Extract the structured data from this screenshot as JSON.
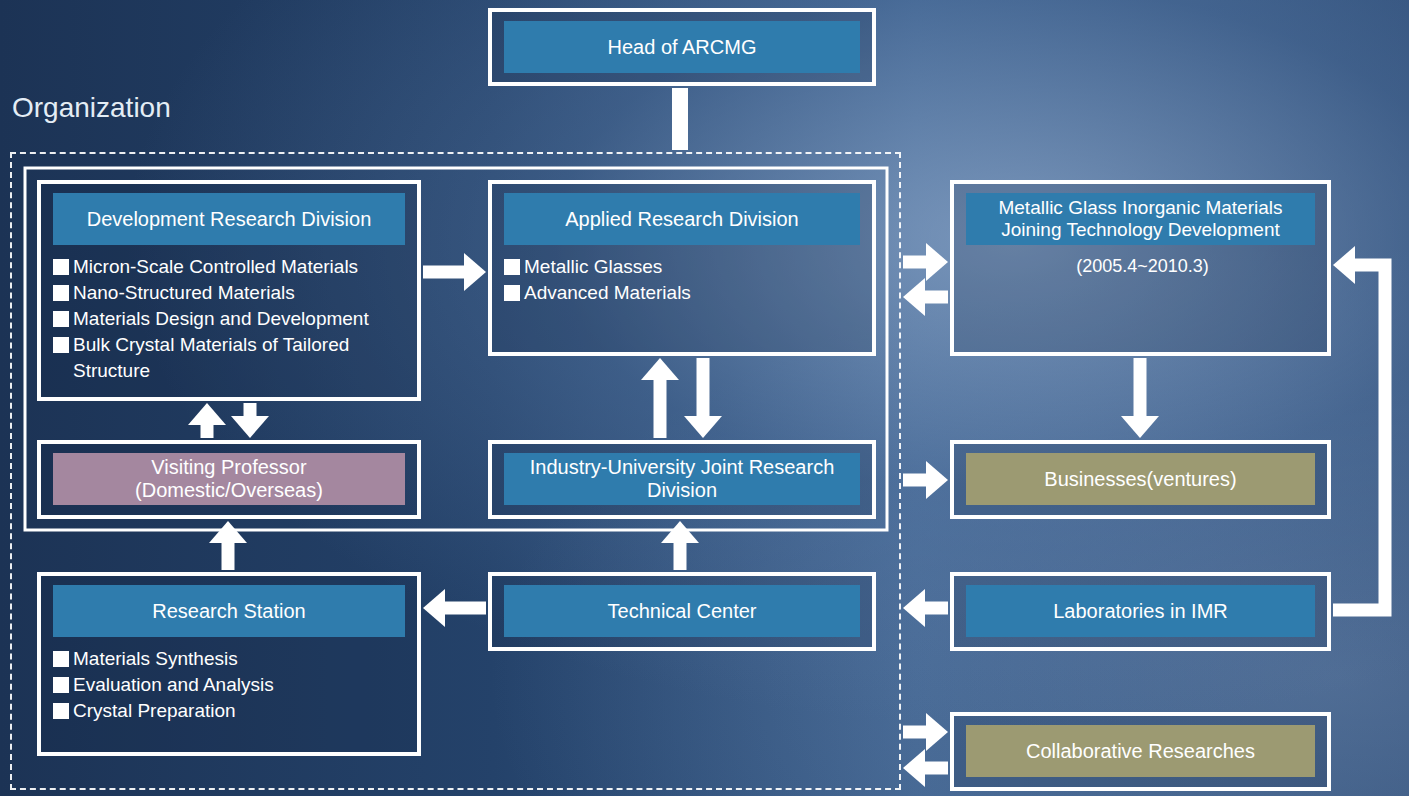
{
  "diagram": {
    "nodes": [
      {
        "text": [
          "Head of ARCMG"
        ]
      },
      {
        "text": [
          "Organization"
        ]
      },
      {
        "text": [
          "Development Research Division",
          "Micron-Scale Controlled Materials",
          "Nano-Structured Materials",
          "Materials Design and Development",
          "Bulk Crystal Materials of Tailored Structure"
        ],
        "in": 1
      },
      {
        "text": [
          "Applied Research Division",
          "Metallic Glasses",
          "Advanced Materials"
        ],
        "in": 1
      },
      {
        "text": [
          "Metallic Glass Inorganic Materials Joining Technology Development",
          "(2005.4~2010.3)"
        ]
      },
      {
        "text": [
          "Visiting Professor (Domestic/Overseas)"
        ],
        "in": 1
      },
      {
        "text": [
          "Industry-University Joint Research Division"
        ],
        "in": 1
      },
      {
        "text": [
          "Businesses(ventures)"
        ]
      },
      {
        "text": [
          "Research Station",
          "Materials Synthesis",
          "Evaluation and Analysis",
          "Crystal Preparation"
        ],
        "in": 1
      },
      {
        "text": [
          "Technical Center"
        ],
        "in": 1
      },
      {
        "text": [
          "Laboratories in IMR"
        ]
      },
      {
        "text": [
          "Collaborative Researches"
        ]
      }
    ],
    "edges": [
      {
        "from": 0,
        "to": 1,
        "arrow": "none"
      },
      {
        "from": 2,
        "to": 3,
        "arrow": "to"
      },
      {
        "from": 5,
        "to": 2,
        "arrow": "to"
      },
      {
        "from": 2,
        "to": 5,
        "arrow": "to"
      },
      {
        "from": 6,
        "to": 3,
        "arrow": "to"
      },
      {
        "from": 3,
        "to": 6,
        "arrow": "to"
      },
      {
        "from": 8,
        "to": 5,
        "arrow": "to"
      },
      {
        "from": 9,
        "to": 6,
        "arrow": "to"
      },
      {
        "from": 9,
        "to": 8,
        "arrow": "to"
      },
      {
        "from": 1,
        "to": 4,
        "arrow": "to"
      },
      {
        "from": 4,
        "to": 1,
        "arrow": "to"
      },
      {
        "from": 1,
        "to": 7,
        "arrow": "to"
      },
      {
        "from": 4,
        "to": 7,
        "arrow": "to"
      },
      {
        "from": 10,
        "to": 1,
        "arrow": "to"
      },
      {
        "from": 10,
        "to": 4,
        "arrow": "to"
      },
      {
        "from": 1,
        "to": 11,
        "arrow": "to"
      },
      {
        "from": 11,
        "to": 1,
        "arrow": "to"
      }
    ]
  }
}
